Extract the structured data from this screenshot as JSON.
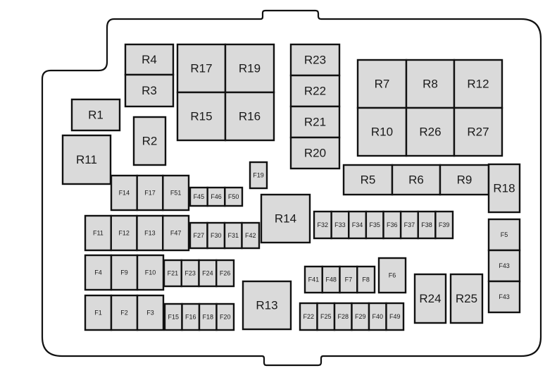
{
  "diagram": {
    "relays": [
      "R4",
      "R3",
      "R17",
      "R19",
      "R15",
      "R16",
      "R1",
      "R2",
      "R11",
      "R23",
      "R22",
      "R21",
      "R20",
      "R7",
      "R8",
      "R12",
      "R10",
      "R26",
      "R27",
      "R5",
      "R6",
      "R9",
      "R18",
      "R14",
      "R13",
      "R24",
      "R25"
    ],
    "fuses": [
      "F19",
      "F14",
      "F17",
      "F51",
      "F45",
      "F46",
      "F50",
      "F11",
      "F12",
      "F13",
      "F47",
      "F27",
      "F30",
      "F31",
      "F42",
      "F32",
      "F33",
      "F34",
      "F35",
      "F36",
      "F37",
      "F38",
      "F39",
      "F4",
      "F9",
      "F10",
      "F21",
      "F23",
      "F24",
      "F26",
      "F1",
      "F2",
      "F3",
      "F15",
      "F16",
      "F18",
      "F20",
      "F41",
      "F48",
      "F7",
      "F8",
      "F6",
      "F22",
      "F25",
      "F28",
      "F29",
      "F40",
      "F49",
      "F5",
      "F43",
      "F43"
    ],
    "colors": {
      "fill": "#dadada",
      "stroke": "#111111"
    }
  }
}
